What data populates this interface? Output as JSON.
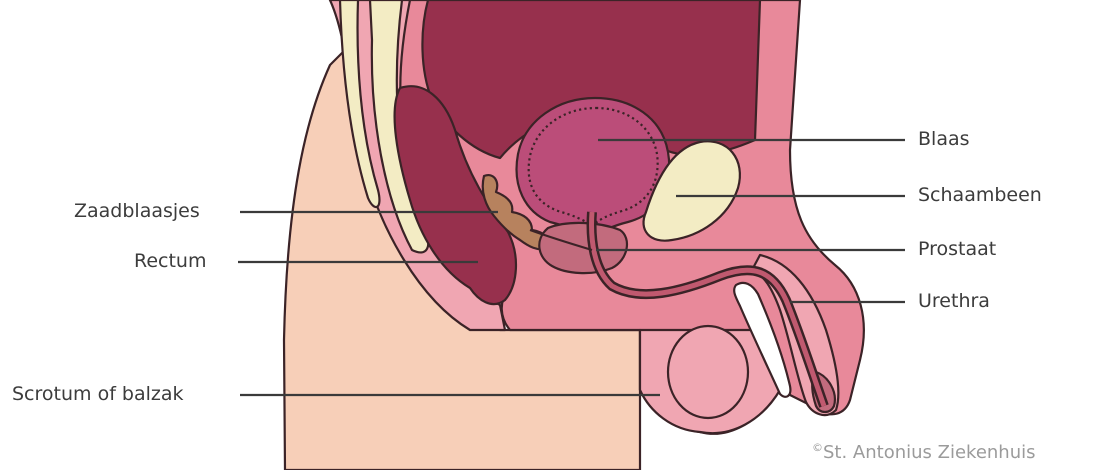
{
  "labels": {
    "blaas": "Blaas",
    "schaambeen": "Schaambeen",
    "prostaat": "Prostaat",
    "urethra": "Urethra",
    "zaadblaasjes": "Zaadblaasjes",
    "rectum": "Rectum",
    "scrotum": "Scrotum of balzak"
  },
  "credit": {
    "symbol": "©",
    "text": "St. Antonius Ziekenhuis"
  },
  "colors": {
    "skin": "#f7cfb8",
    "tissue_pink": "#e8899a",
    "light_pink": "#f0a6b2",
    "organ_dark": "#97304d",
    "bladder": "#bb4d79",
    "bone": "#f3ecc4",
    "prostate": "#c26b7d",
    "vesicle": "#b7825e",
    "outline": "#3b2327",
    "leader_line": "#3a3a3a"
  }
}
